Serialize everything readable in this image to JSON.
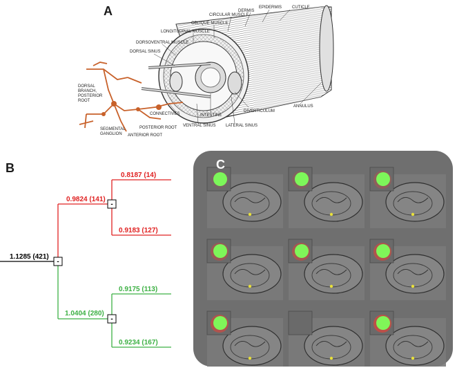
{
  "panels": {
    "a": "A",
    "b": "B",
    "c": "C"
  },
  "anatomy": {
    "labels": {
      "cuticle": "CUTICLE",
      "epidermis": "EPIDERMIS",
      "dermis": "DERMIS",
      "circular_muscle": "CIRCULAR MUSCLE",
      "oblique_muscle": "OBLIQUE MUSCLE",
      "longitudinal_muscle": "LONGITUDINAL MUSCLE",
      "dorsoventral_muscle": "DORSOVENTRAL MUSCLE",
      "dorsal_sinus": "DORSAL SINUS",
      "dorsal_branch_1": "DORSAL",
      "dorsal_branch_2": "BRANCH,",
      "dorsal_branch_3": "POSTERIOR",
      "dorsal_branch_4": "ROOT",
      "connectives": "CONNECTIVES",
      "segmental_ganglion_1": "SEGMENTAL",
      "segmental_ganglion_2": "GANGLION",
      "posterior_root": "POSTERIOR ROOT",
      "anterior_root": "ANTERIOR ROOT",
      "ventral_sinus": "VENTRAL SINUS",
      "intestine": "INTESTINE",
      "lateral_sinus": "LATERAL SINUS",
      "diverticulum": "DIVERTICULUM",
      "annulus": "ANNULUS"
    },
    "colors": {
      "nerve": "#c8612a",
      "ink": "#333333"
    }
  },
  "tree": {
    "root": "1.1285 (421)",
    "red_branch": "0.9824 (141)",
    "red_leaf_top": "0.8187 (14)",
    "red_leaf_bottom": "0.9183 (127)",
    "green_branch": "1.0404 (280)",
    "green_leaf_top": "0.9175 (113)",
    "green_leaf_bottom": "0.9234 (167)",
    "split_symbol": "-",
    "colors": {
      "red": "#e02020",
      "green": "#3cb043",
      "black": "#000000"
    }
  },
  "panel_c": {
    "background": "#6f6f6f",
    "grid": {
      "rows": 3,
      "cols": 3
    },
    "highlight_colors": {
      "green": "#7cff5a",
      "red": "#e0443a",
      "yellow": "#e8e03a"
    }
  }
}
